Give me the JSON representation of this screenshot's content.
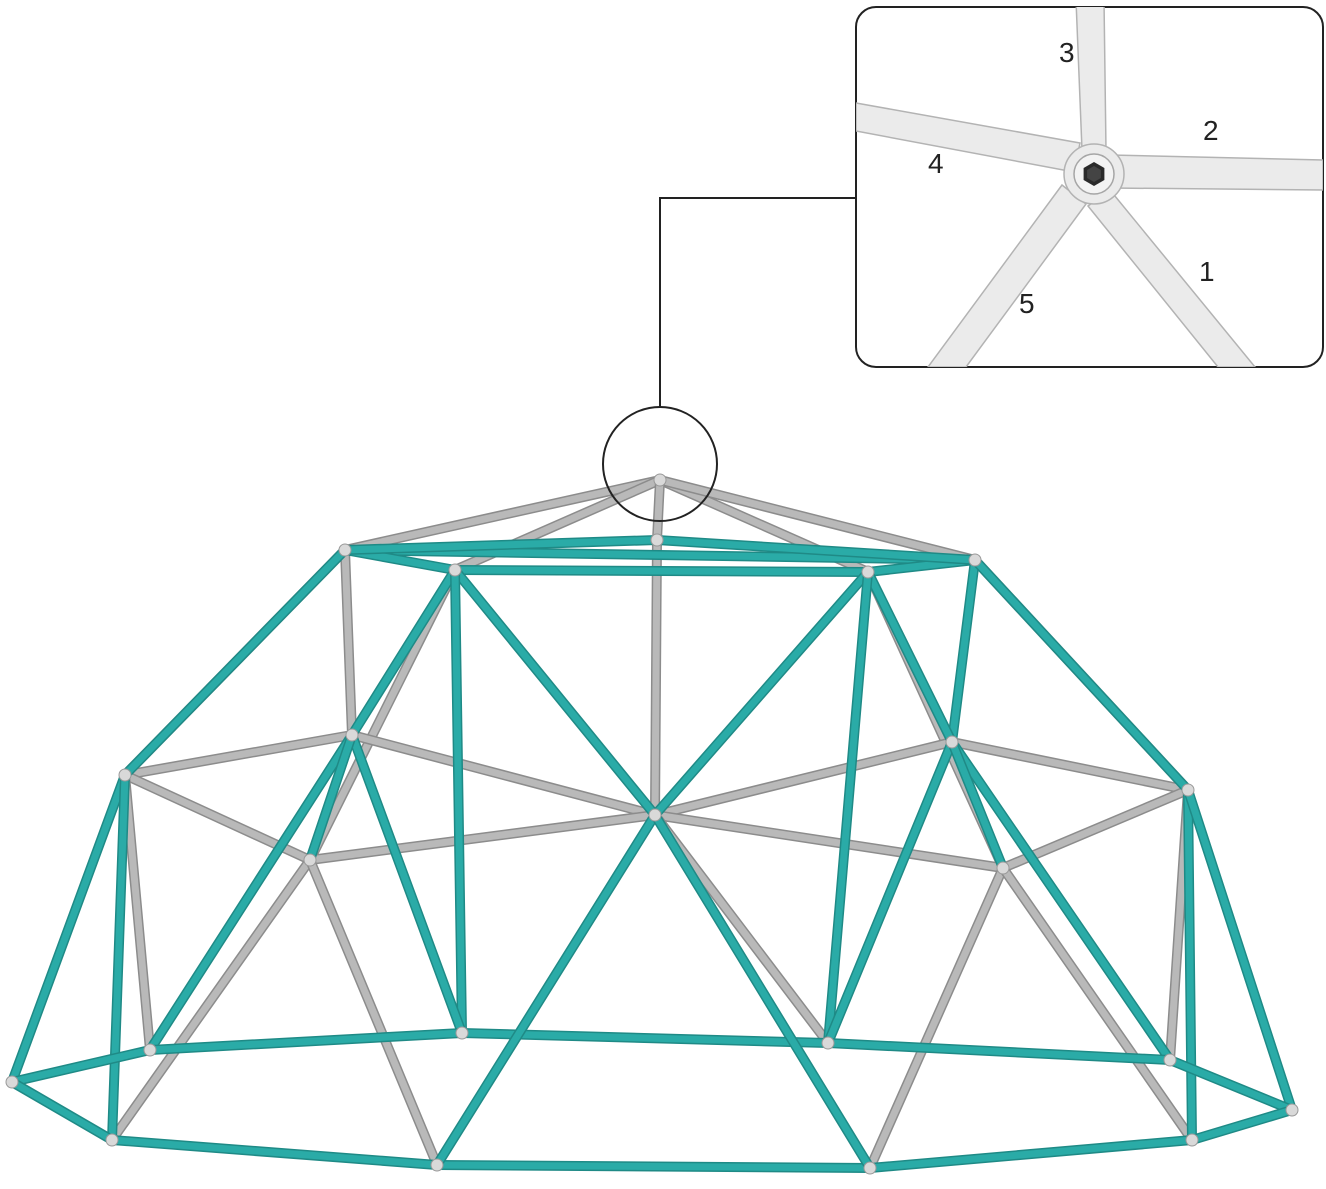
{
  "detail_callout": {
    "strut_labels": [
      "1",
      "2",
      "3",
      "4",
      "5"
    ]
  },
  "colors": {
    "teal_strut": "#2aaba7",
    "teal_strut_dark": "#1f8a86",
    "gray_strut": "#b9b9b9",
    "gray_strut_dark": "#8c8c8c",
    "detail_strut_fill": "#ebebeb",
    "detail_strut_edge": "#b3b3b3",
    "hex_bolt": "#2a2a2a",
    "leader_line": "#222222"
  }
}
